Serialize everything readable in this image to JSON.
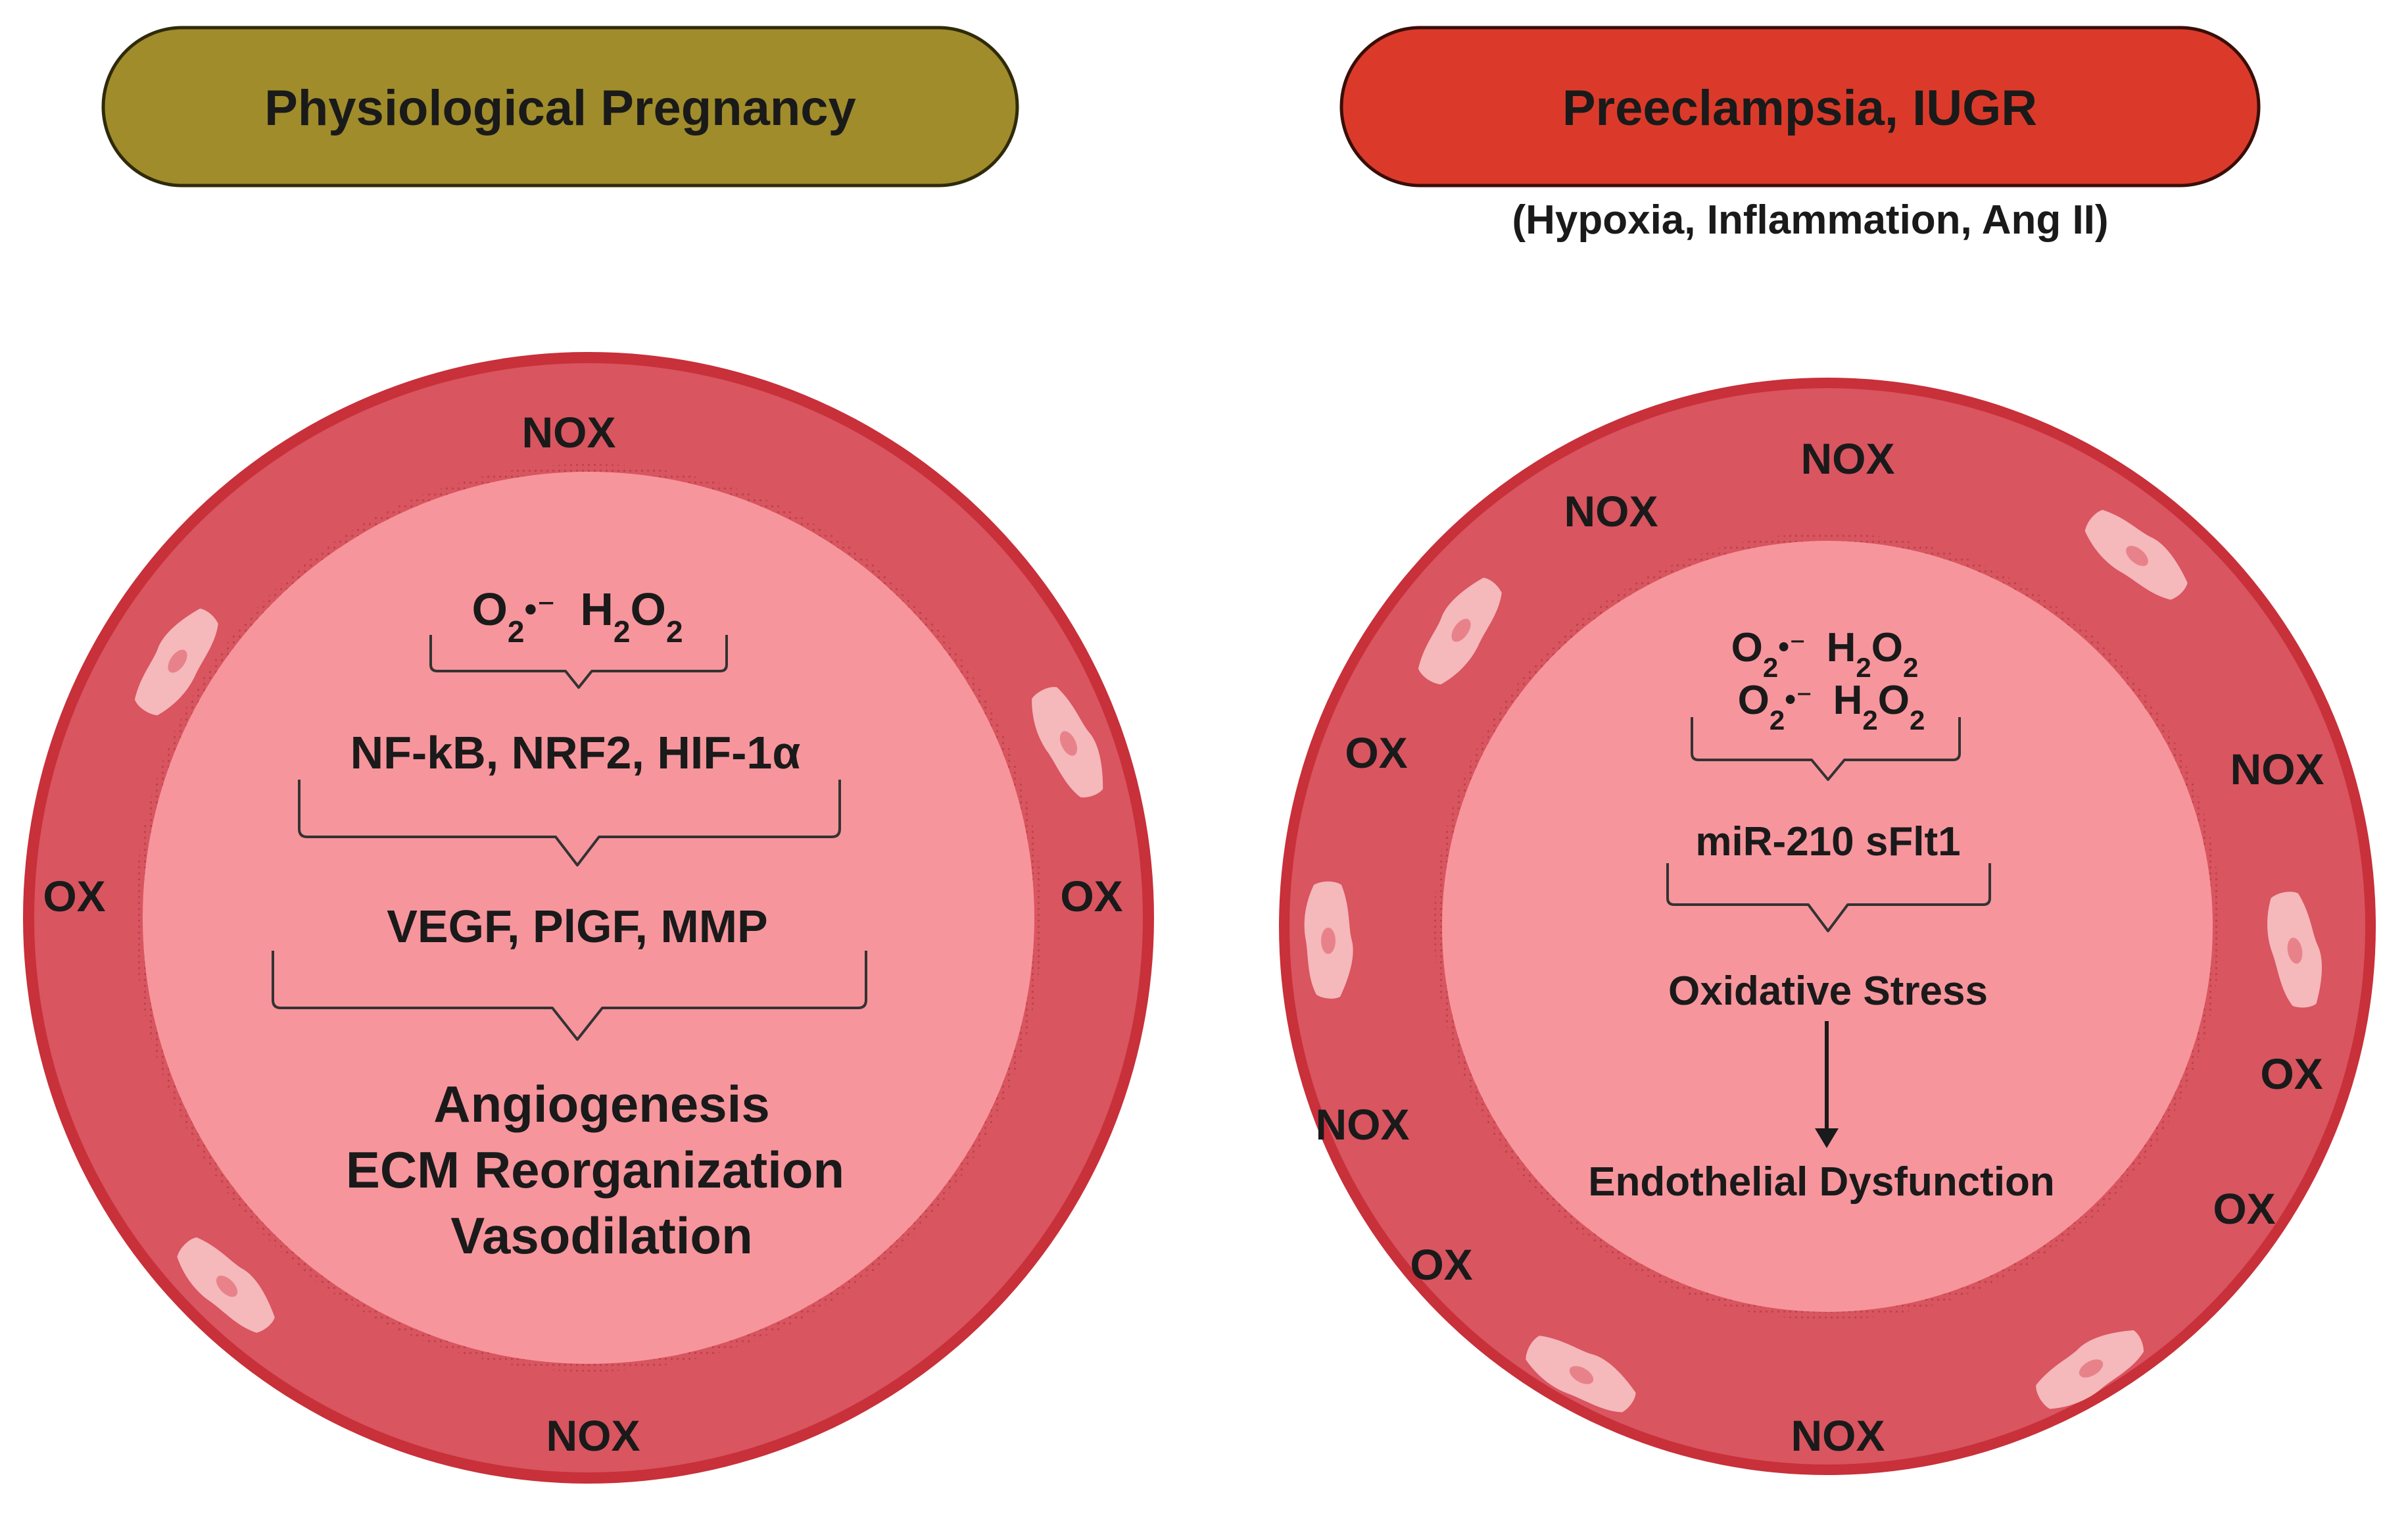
{
  "left": {
    "title": "Physiological Pregnancy",
    "ring_labels": {
      "top": "NOX",
      "bottom": "NOX",
      "left": "OX",
      "right": "OX"
    },
    "ros": {
      "o2_base": "O",
      "o2_sub": "2",
      "o2_sup": "•⁻",
      "h2o2_h": "H",
      "h2o2_sub1": "2",
      "h2o2_o": "O",
      "h2o2_sub2": "2"
    },
    "factors": "NF-kB, NRF2, HIF-1α",
    "targets": "VEGF, PlGF, MMP",
    "outcomes": [
      "Angiogenesis",
      "ECM Reorganization",
      "Vasodilation"
    ]
  },
  "right": {
    "title": "Preeclampsia, IUGR",
    "subtitle": "(Hypoxia, Inflammation, Ang II)",
    "ring_labels": {
      "nox_top": "NOX",
      "nox_upper_left": "NOX",
      "nox_right": "NOX",
      "nox_lower_left": "NOX",
      "nox_bottom": "NOX",
      "ox_left": "OX",
      "ox_right_upper": "OX",
      "ox_right_lower": "OX",
      "ox_lower_left": "OX"
    },
    "ros_line1": {
      "o2_base": "O",
      "o2_sub": "2",
      "o2_sup": "•⁻",
      "h2o2_h": "H",
      "h2o2_sub1": "2",
      "h2o2_o": "O",
      "h2o2_sub2": "2"
    },
    "ros_line2": {
      "o2_base": "O",
      "o2_sub": "2",
      "o2_sup": "•⁻",
      "h2o2_h": "H",
      "h2o2_sub1": "2",
      "h2o2_o": "O",
      "h2o2_sub2": "2"
    },
    "mirna": "miR-210 sFlt1",
    "stress": "Oxidative Stress",
    "result": "Endothelial Dysfunction"
  },
  "colors": {
    "left_pill": "#a08c2a",
    "right_pill": "#db3a2a",
    "outer_ring": "#c8303a",
    "wall": "#d95560",
    "lumen": "#f7959c",
    "cell": "#f5b8bb",
    "nucleus": "#e8828a"
  }
}
